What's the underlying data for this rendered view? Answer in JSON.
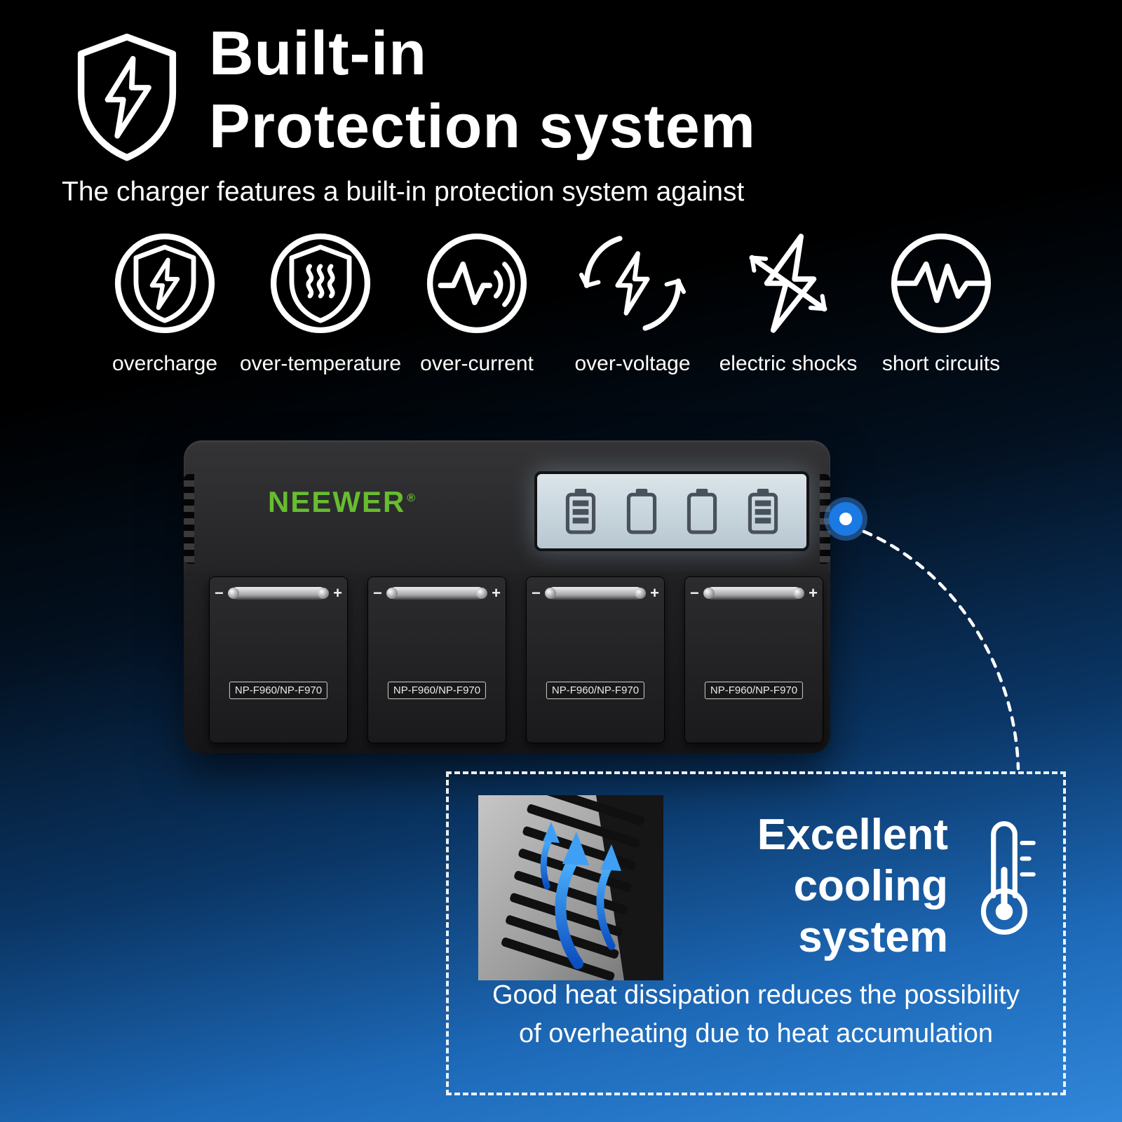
{
  "header": {
    "title_line1": "Built-in",
    "title_line2": "Protection system",
    "subtitle": "The charger features a built-in protection system against"
  },
  "protections": [
    {
      "icon": "shield-lightning-icon",
      "label": "overcharge"
    },
    {
      "icon": "shield-heat-icon",
      "label": "over-temperature"
    },
    {
      "icon": "pulse-wave-icon",
      "label": "over-current"
    },
    {
      "icon": "lightning-cycle-icon",
      "label": "over-voltage"
    },
    {
      "icon": "crossed-lightning-icon",
      "label": "electric shocks"
    },
    {
      "icon": "zigzag-circle-icon",
      "label": "short circuits"
    }
  ],
  "charger": {
    "brand": "NEEWER",
    "brand_mark": "®",
    "brand_color": "#67bd2f",
    "lcd_batteries": [
      "charging",
      "empty",
      "empty",
      "charging"
    ],
    "slots": {
      "count": 4,
      "minus_sign": "−",
      "plus_sign": "+",
      "label": "NP-F960/NP-F970"
    }
  },
  "cooling": {
    "title_line1": "Excellent",
    "title_line2": "cooling",
    "title_line3": "system",
    "description_line1": "Good heat dissipation reduces the possibility",
    "description_line2": "of overheating due to heat accumulation"
  },
  "colors": {
    "accent_blue": "#1b79e4",
    "brand_green": "#67bd2f",
    "background_top": "#000000",
    "background_bottom": "#2f83d6"
  }
}
